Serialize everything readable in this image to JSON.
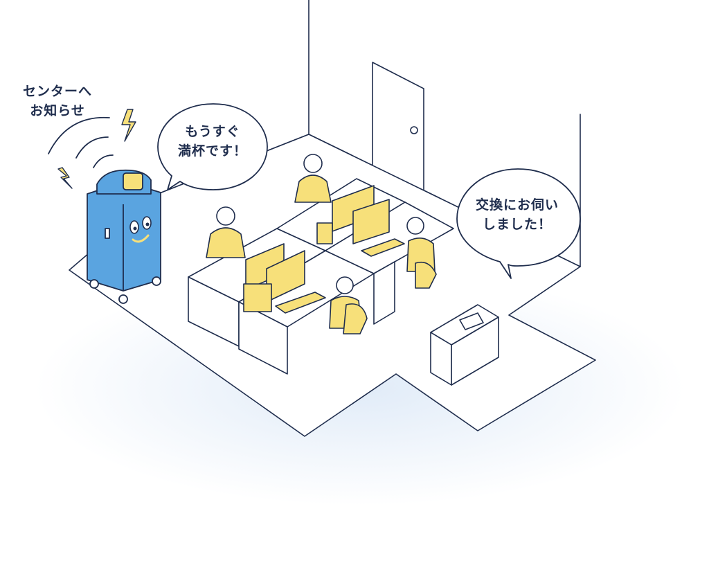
{
  "notice": {
    "line1": "センターへ",
    "line2": "お知らせ"
  },
  "bubble_full": {
    "line1": "もうすぐ",
    "line2": "満杯です！"
  },
  "bubble_exchange": {
    "line1": "交換にお伺い",
    "line2": "しました！"
  },
  "colors": {
    "ink": "#1f2d4d",
    "accent_yellow": "#f7e07a",
    "bin_blue": "#5aa4e0",
    "floor_shadow": "#dde9f7"
  },
  "icons": [
    "lightning-icon",
    "signal-waves-icon",
    "smile-face-icon"
  ]
}
